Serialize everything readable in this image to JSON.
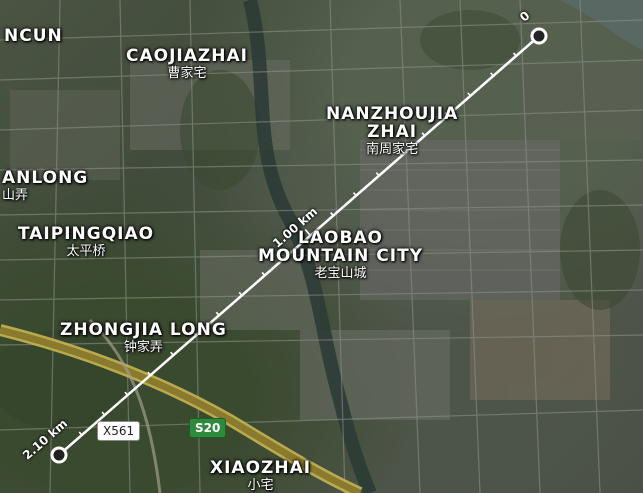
{
  "places": [
    {
      "id": "ncun",
      "en": "NCUN",
      "zh": ""
    },
    {
      "id": "caojiazhai",
      "en": "CAOJIAZHAI",
      "zh": "曹家宅"
    },
    {
      "id": "nanzhoujiazhai",
      "en": "NANZHOUJIA\nZHAI",
      "zh": "南周家宅"
    },
    {
      "id": "anlong",
      "en": "ANLONG",
      "zh": "山弄"
    },
    {
      "id": "taipingqiao",
      "en": "TAIPINGQIAO",
      "zh": "太平桥"
    },
    {
      "id": "laobao",
      "en": "LAOBAO\nMOUNTAIN CITY",
      "zh": "老宝山城"
    },
    {
      "id": "zhongjialong",
      "en": "ZHONGJIA LONG",
      "zh": "钟家弄"
    },
    {
      "id": "xiaozhai",
      "en": "XIAOZHAI",
      "zh": "小宅"
    }
  ],
  "roads": {
    "x561": "X561",
    "s20": "S20"
  },
  "measurement": {
    "start_label": "0",
    "mid_label": "1.00 km",
    "end_label": "2.10 km"
  },
  "colors": {
    "measure_line": "#ffffff",
    "highway": "#8a7a2e",
    "highway_edge": "#c9b552",
    "river": "#2c3b36",
    "street": "#8c9088"
  }
}
